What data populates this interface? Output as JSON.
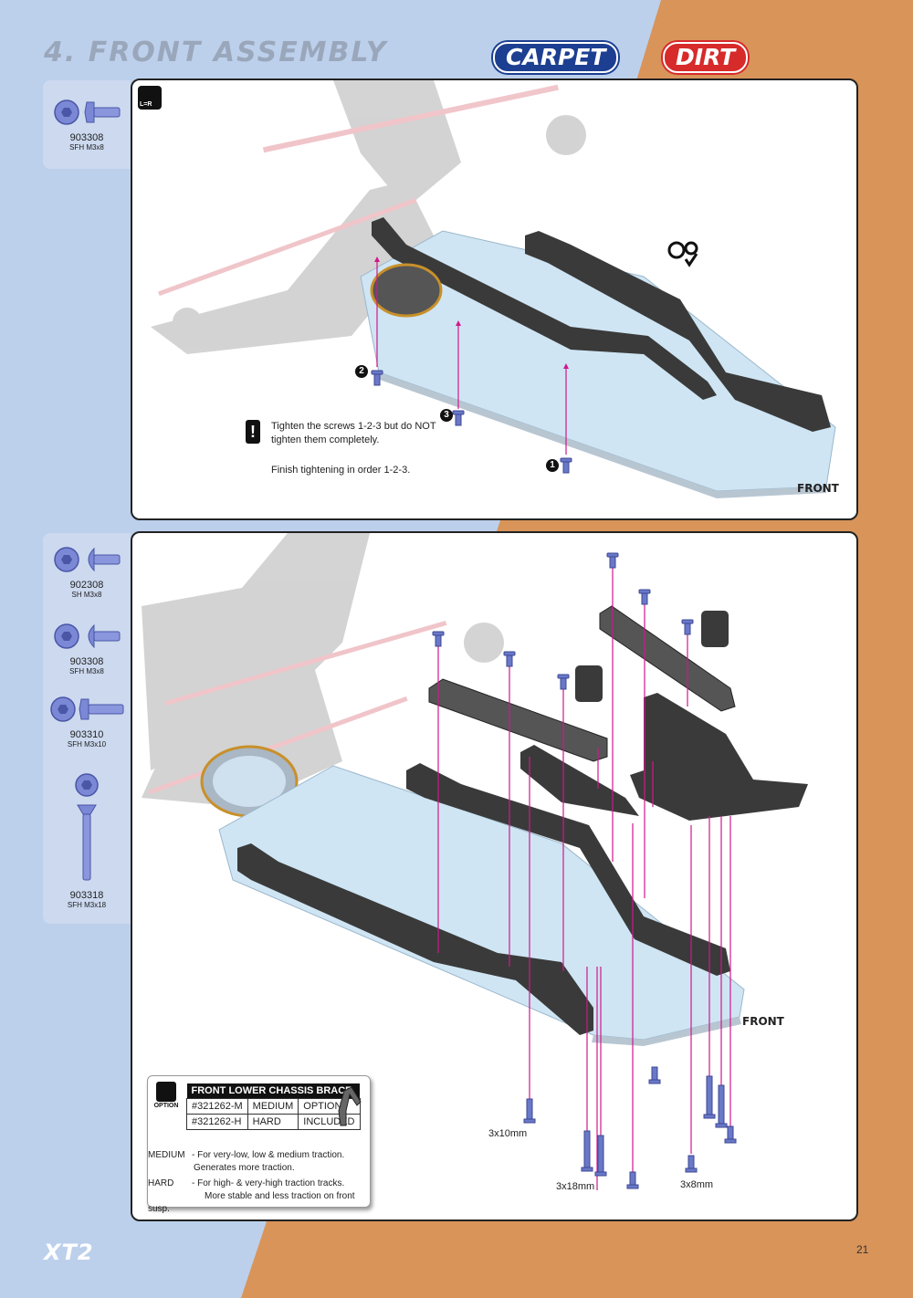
{
  "header": {
    "title": "4. FRONT ASSEMBLY",
    "badge_carpet": "CARPET",
    "badge_dirt": "DIRT"
  },
  "colors": {
    "page_blue": "#bcd0ec",
    "page_orange": "#d9945a",
    "carpet_badge": "#1d3f91",
    "dirt_badge": "#d72a2a",
    "screw": "#6a78c8",
    "guide_line": "#d0188c",
    "chassis_plate": "#cfe5f3"
  },
  "step1": {
    "sidebar_parts": [
      {
        "code": "903308",
        "desc": "SFH M3x8",
        "icon": "flat-head-screw-icon"
      }
    ],
    "lr_icon": "L=R",
    "warning": {
      "line1": "Tighten the screws 1-2-3 but do NOT",
      "line2": "tighten them completely.",
      "line3": "Finish tightening in order 1-2-3."
    },
    "steps": [
      "1",
      "2",
      "3"
    ],
    "front_label": "FRONT",
    "icons": [
      "wrench-check-icon"
    ]
  },
  "step2": {
    "sidebar_parts": [
      {
        "code": "902308",
        "desc": "SH M3x8",
        "icon": "button-head-screw-icon"
      },
      {
        "code": "903308",
        "desc": "SFH M3x8",
        "icon": "flat-head-screw-icon"
      },
      {
        "code": "903310",
        "desc": "SFH M3x10",
        "icon": "flat-head-screw-icon"
      },
      {
        "code": "903318",
        "desc": "SFH M3x18",
        "icon": "long-flat-head-screw-icon"
      }
    ],
    "front_label": "FRONT",
    "size_labels": [
      "3x10mm",
      "3x18mm",
      "3x8mm"
    ],
    "option": {
      "tag": "OPTION",
      "table_title": "FRONT LOWER CHASSIS BRACE",
      "rows": [
        [
          "#321262-M",
          "MEDIUM",
          "OPTION"
        ],
        [
          "#321262-H",
          "HARD",
          "INCLUDED"
        ]
      ],
      "desc": [
        {
          "label": "MEDIUM",
          "text1": "- For very-low, low & medium traction.",
          "text2": "Generates more traction."
        },
        {
          "label": "HARD",
          "text1": "- For high- & very-high traction tracks.",
          "text2": "More stable and less traction on front susp."
        }
      ]
    }
  },
  "footer": {
    "logo": "XT2",
    "page_number": "21"
  }
}
